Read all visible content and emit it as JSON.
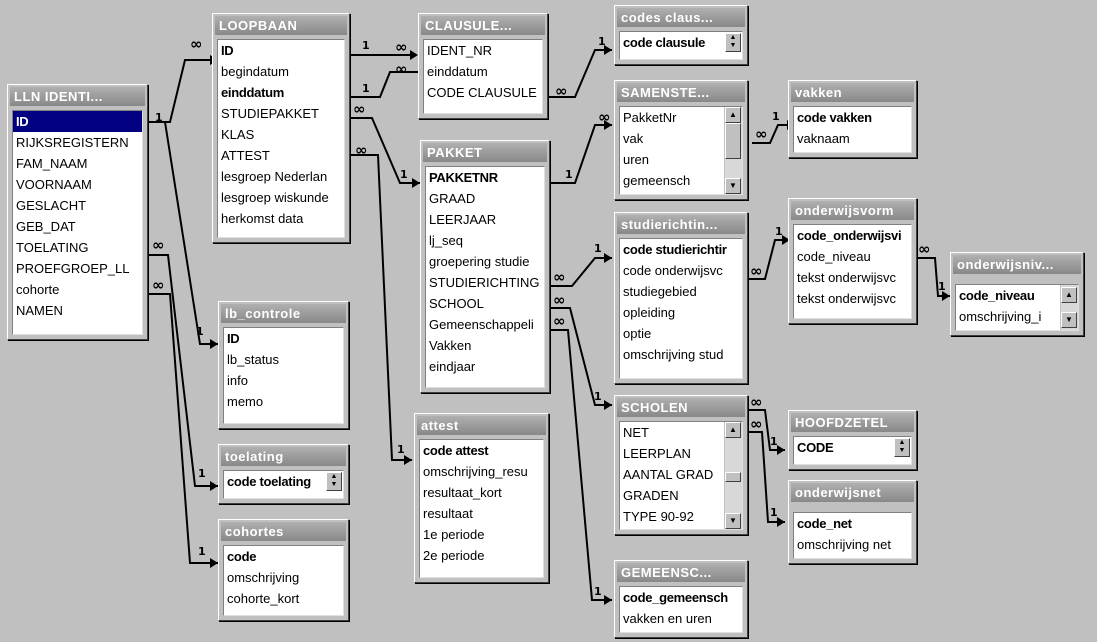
{
  "tables": {
    "lln": {
      "title": "LLN IDENTI...",
      "fields": [
        "ID",
        "RIJKSREGISTERN",
        "FAM_NAAM",
        "VOORNAAM",
        "GESLACHT",
        "GEB_DAT",
        "TOELATING",
        "PROEFGROEP_LL",
        "cohorte",
        "NAMEN"
      ]
    },
    "loopbaan": {
      "title": "LOOPBAAN",
      "fields": [
        "ID",
        "begindatum",
        "einddatum",
        "STUDIEPAKKET",
        "KLAS",
        "ATTEST",
        "lesgroep Nederlan",
        "lesgroep wiskunde",
        "herkomst data"
      ]
    },
    "lb_controle": {
      "title": "lb_controle",
      "fields": [
        "ID",
        "lb_status",
        "info",
        "memo"
      ]
    },
    "toelating": {
      "title": "toelating",
      "fields": [
        "code toelating"
      ]
    },
    "cohortes": {
      "title": "cohortes",
      "fields": [
        "code",
        "omschrijving",
        "cohorte_kort"
      ]
    },
    "clausule": {
      "title": "CLAUSULE...",
      "fields": [
        "IDENT_NR",
        "einddatum",
        "CODE CLAUSULE"
      ]
    },
    "codes_clausule": {
      "title": "codes claus...",
      "fields": [
        "code clausule"
      ]
    },
    "pakket": {
      "title": "PAKKET",
      "fields": [
        "PAKKETNR",
        "GRAAD",
        "LEERJAAR",
        "lj_seq",
        "groepering studie",
        "STUDIERICHTING",
        "SCHOOL",
        "Gemeenschappeli",
        "Vakken",
        "eindjaar"
      ]
    },
    "attest": {
      "title": "attest",
      "fields": [
        "code attest",
        "omschrijving_resu",
        "resultaat_kort",
        "resultaat",
        "1e periode",
        "2e periode"
      ]
    },
    "samenstelling": {
      "title": "SAMENSTE...",
      "fields": [
        "PakketNr",
        "vak",
        "uren",
        "gemeensch"
      ]
    },
    "vakken": {
      "title": "vakken",
      "fields": [
        "code vakken",
        "vaknaam"
      ]
    },
    "studierichting": {
      "title": "studierichtin...",
      "fields": [
        "code studierichtir",
        "code onderwijsvc",
        "studiegebied",
        "opleiding",
        "optie",
        "omschrijving stud"
      ]
    },
    "onderwijsvorm": {
      "title": "onderwijsvorm",
      "fields": [
        "code_onderwijsvi",
        "code_niveau",
        "tekst onderwijsvc",
        "tekst onderwijsvc"
      ]
    },
    "onderwijsniveau": {
      "title": "onderwijsniv...",
      "fields": [
        "code_niveau",
        "omschrijving_i"
      ]
    },
    "scholen": {
      "title": "SCHOLEN",
      "fields": [
        "NET",
        "LEERPLAN",
        "AANTAL GRAD",
        "GRADEN",
        "TYPE 90-92"
      ]
    },
    "hoofdzetel": {
      "title": "HOOFDZETEL",
      "fields": [
        "CODE"
      ]
    },
    "onderwijsnet": {
      "title": "onderwijsnet",
      "fields": [
        "code_net",
        "omschrijving net"
      ]
    },
    "gemeenschappelijk": {
      "title": "GEMEENSC...",
      "fields": [
        "code_gemeensch",
        "vakken en uren"
      ]
    }
  },
  "cardinality": {
    "one": "1",
    "many": "∞"
  }
}
